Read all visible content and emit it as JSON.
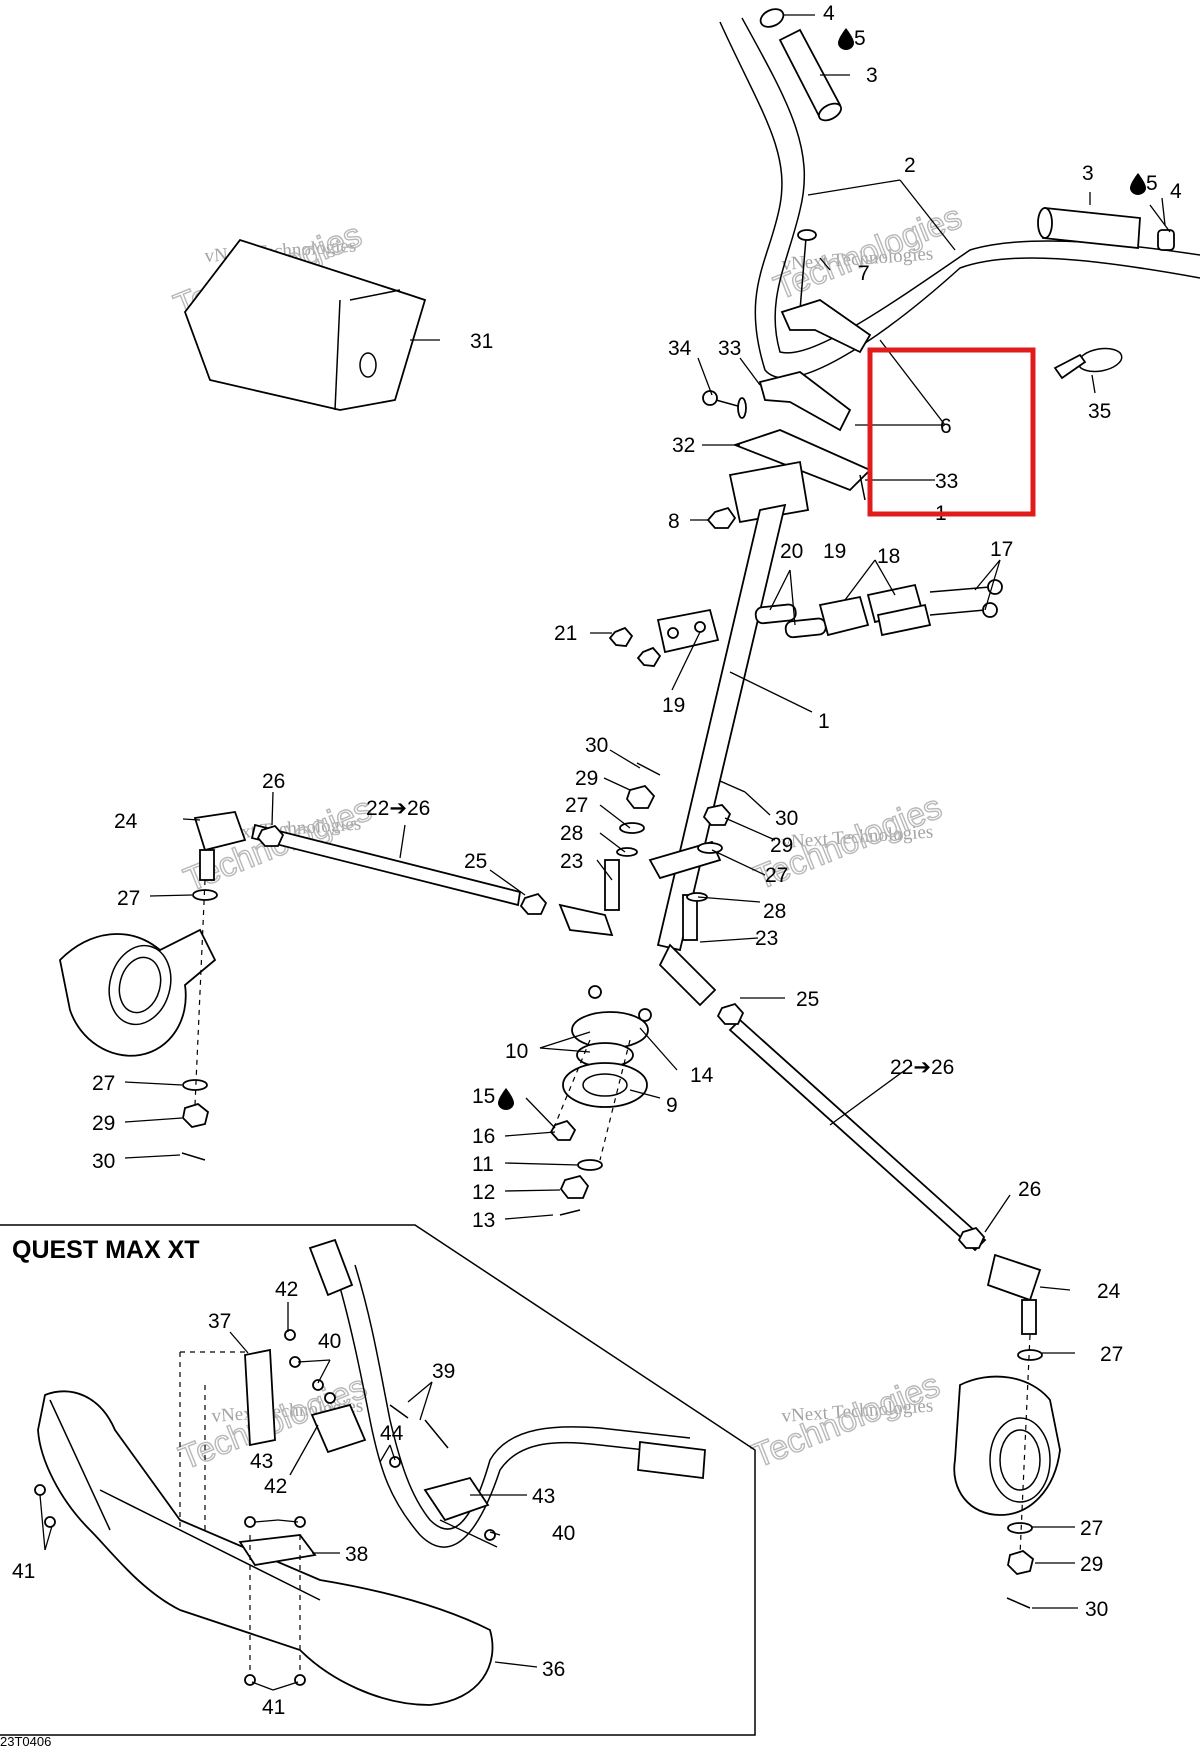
{
  "inset": {
    "title": "QUEST MAX XT"
  },
  "drawing_code": "23T0406",
  "watermark": {
    "line1": "vNext Technologies",
    "line2": "Technologies"
  },
  "highlight": {
    "color": "#e01b1b"
  },
  "callouts": {
    "c1": "1",
    "c2": "2",
    "c3a": "3",
    "c3b": "3",
    "c4a": "4",
    "c4b": "4",
    "c5a": "5",
    "c5b": "5",
    "c6": "6",
    "c7": "7",
    "c8": "8",
    "c9": "9",
    "c10": "10",
    "c11": "11",
    "c12": "12",
    "c13": "13",
    "c14": "14",
    "c15": "15",
    "c16": "16",
    "c17": "17",
    "c18": "18",
    "c19a": "19",
    "c19b": "19",
    "c20": "20",
    "c21": "21",
    "c22a": "22➔26",
    "c22b": "22➔26",
    "c23a": "23",
    "c23b": "23",
    "c24a": "24",
    "c24b": "24",
    "c25a": "25",
    "c25b": "25",
    "c26a": "26",
    "c26b": "26",
    "c27a": "27",
    "c27b": "27",
    "c27c": "27",
    "c27d": "27",
    "c27e": "27",
    "c27f": "27",
    "c28a": "28",
    "c28b": "28",
    "c29a": "29",
    "c29b": "29",
    "c29c": "29",
    "c29d": "29",
    "c30a": "30",
    "c30b": "30",
    "c30c": "30",
    "c30d": "30",
    "c31": "31",
    "c32": "32",
    "c33a": "33",
    "c33b": "33",
    "c34": "34",
    "c35": "35",
    "c36": "36",
    "c37": "37",
    "c38": "38",
    "c39": "39",
    "c40a": "40",
    "c40b": "40",
    "c41a": "41",
    "c41b": "41",
    "c42a": "42",
    "c42b": "42",
    "c43a": "43",
    "c43b": "43",
    "c44": "44"
  },
  "icons": [
    "oil-drop-icon"
  ]
}
